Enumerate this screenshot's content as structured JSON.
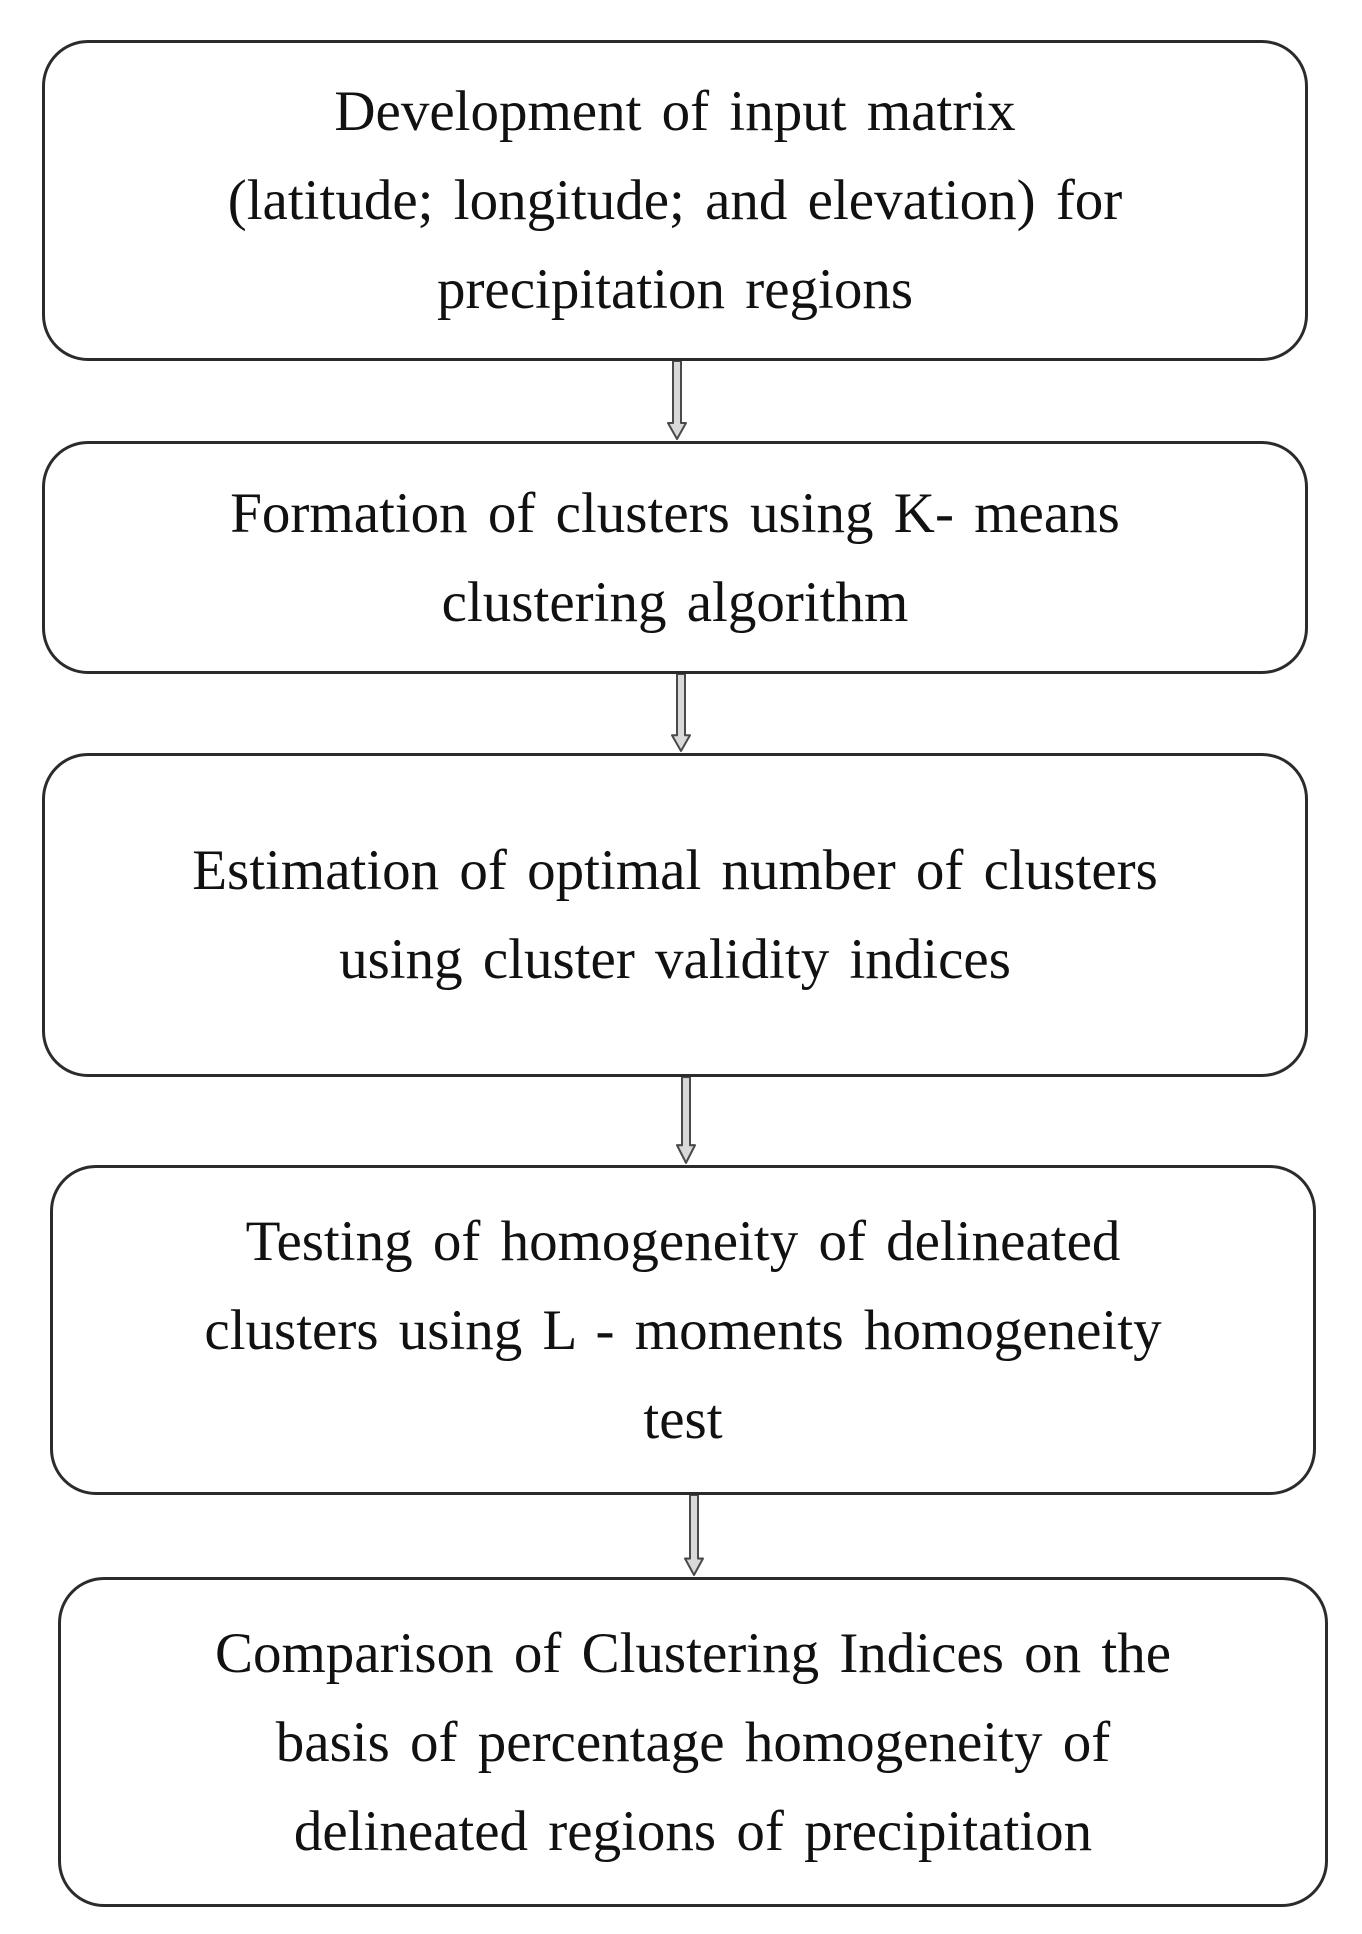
{
  "steps": [
    {
      "lines": [
        "Development  of input  matrix",
        "(latitude;  longitude;  and elevation)  for",
        "precipitation  regions"
      ]
    },
    {
      "lines": [
        "Formation  of clusters  using  K- means",
        "clustering  algorithm"
      ]
    },
    {
      "lines": [
        "Estimation  of optimal  number  of clusters",
        "using  cluster  validity  indices"
      ]
    },
    {
      "lines": [
        "Testing  of homogeneity  of delineated",
        "clusters  using  L - moments  homogeneity",
        "test"
      ]
    },
    {
      "lines": [
        "Comparison  of Clustering  Indices  on the",
        "basis  of percentage  homogeneity  of",
        "delineated  regions  of precipitation"
      ]
    }
  ],
  "colors": {
    "border": "#2b2b2b",
    "text": "#111111",
    "arrow_fill": "#d9d9d9",
    "arrow_stroke": "#4a4a4a"
  },
  "icons": {
    "connector": "down-arrow-icon"
  }
}
